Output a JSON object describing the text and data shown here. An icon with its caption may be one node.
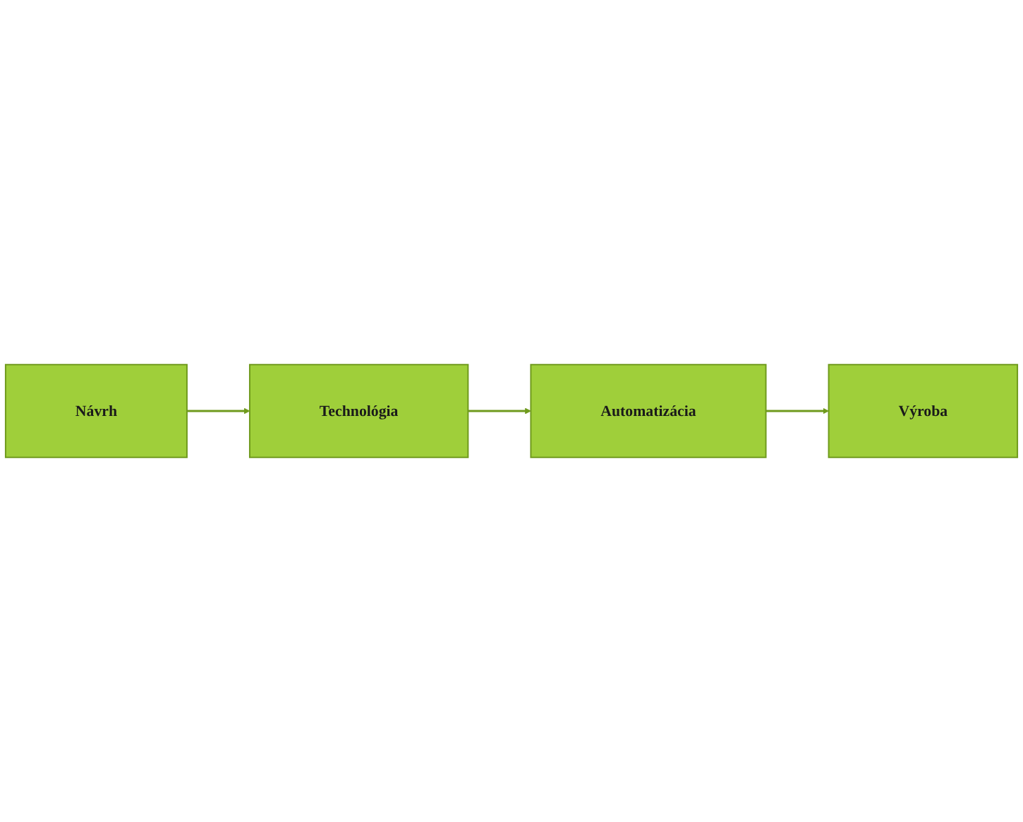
{
  "diagram": {
    "nodes": [
      {
        "text": [
          "Technológia"
        ]
      },
      {
        "text": [
          "Návrh"
        ]
      },
      {
        "text": [
          "Automatizácia"
        ]
      },
      {
        "text": [
          "Výroba"
        ]
      }
    ],
    "edges": [
      {
        "from": 1,
        "to": 0,
        "arrow": "to"
      },
      {
        "from": 0,
        "to": 2,
        "arrow": "to"
      },
      {
        "from": 2,
        "to": 3,
        "arrow": "to"
      }
    ]
  }
}
